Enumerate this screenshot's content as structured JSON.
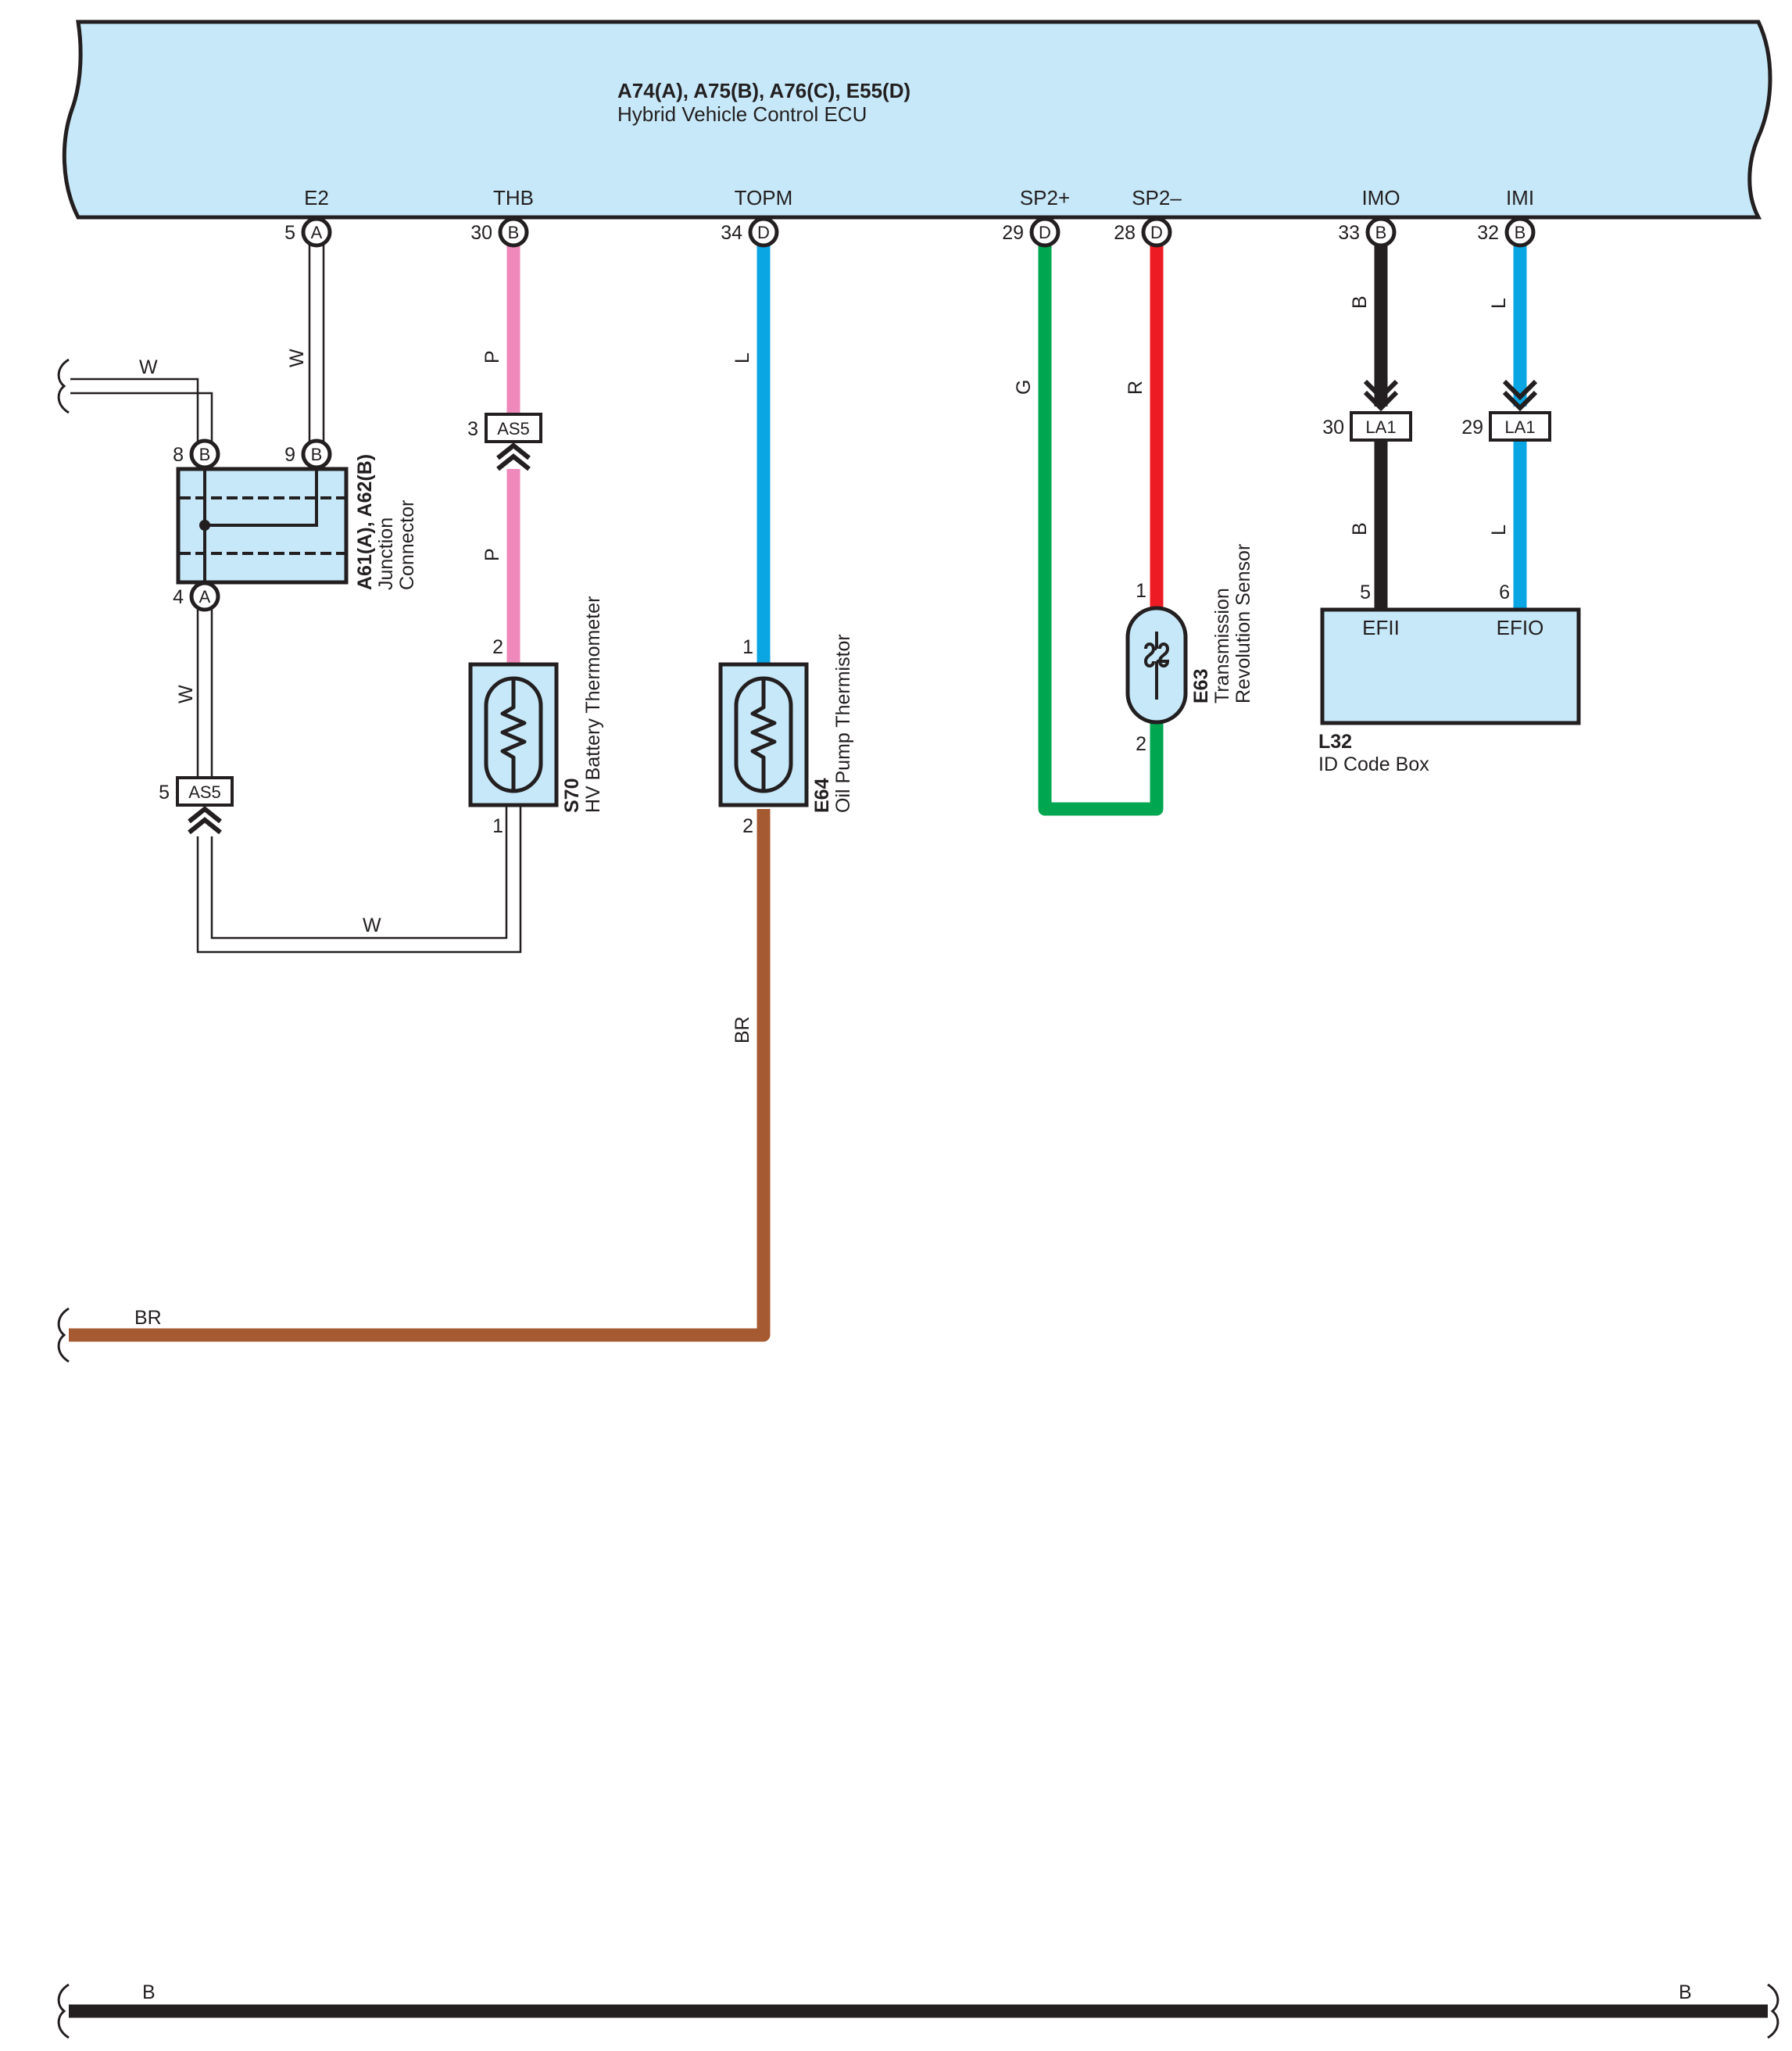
{
  "colors": {
    "ecu_fill": "#c6e8f8",
    "outline": "#231f20",
    "wire_W": "#ffffff",
    "wire_P": "#ef88bb",
    "wire_L": "#0aa5e3",
    "wire_G": "#00a650",
    "wire_R": "#ed1c24",
    "wire_B": "#231f20",
    "wire_BR": "#a65a32"
  },
  "ecu": {
    "id": "A74(A), A75(B), A76(C), E55(D)",
    "name": "Hybrid Vehicle Control ECU",
    "terminals": [
      {
        "signal": "E2",
        "pin": "5",
        "conn": "A"
      },
      {
        "signal": "THB",
        "pin": "30",
        "conn": "B"
      },
      {
        "signal": "TOPM",
        "pin": "34",
        "conn": "D"
      },
      {
        "signal": "SP2+",
        "pin": "29",
        "conn": "D"
      },
      {
        "signal": "SP2–",
        "pin": "28",
        "conn": "D"
      },
      {
        "signal": "IMO",
        "pin": "33",
        "conn": "B"
      },
      {
        "signal": "IMI",
        "pin": "32",
        "conn": "B"
      }
    ]
  },
  "junction": {
    "id": "A61(A), A62(B)",
    "name_line1": "Junction",
    "name_line2": "Connector",
    "pins": [
      {
        "pin": "8",
        "conn": "B"
      },
      {
        "pin": "9",
        "conn": "B"
      },
      {
        "pin": "4",
        "conn": "A"
      }
    ]
  },
  "inline_connectors": [
    {
      "pin": "3",
      "label": "AS5"
    },
    {
      "pin": "5",
      "label": "AS5"
    },
    {
      "pin": "30",
      "label": "LA1"
    },
    {
      "pin": "29",
      "label": "LA1"
    }
  ],
  "components": {
    "s70": {
      "id": "S70",
      "name": "HV Battery Thermometer",
      "pin_top": "2",
      "pin_bottom": "1"
    },
    "e64": {
      "id": "E64",
      "name": "Oil Pump Thermistor",
      "pin_top": "1",
      "pin_bottom": "2"
    },
    "e63": {
      "id": "E63",
      "name_line1": "Transmission",
      "name_line2": "Revolution Sensor",
      "pin_top": "1",
      "pin_bottom": "2"
    },
    "l32": {
      "id": "L32",
      "name": "ID Code Box",
      "pins": [
        {
          "pin": "5",
          "signal": "EFII"
        },
        {
          "pin": "6",
          "signal": "EFIO"
        }
      ]
    }
  },
  "wire_labels": {
    "w_top_left": "W",
    "w_e2": "W",
    "w_j4": "W",
    "w_bottom": "W",
    "p_upper": "P",
    "p_lower": "P",
    "l_topm": "L",
    "g_sp2p": "G",
    "r_sp2m": "R",
    "b_imo_upper": "B",
    "b_imo_lower": "B",
    "l_imi_upper": "L",
    "l_imi_lower": "L",
    "br_vertical": "BR",
    "br_horizontal": "BR",
    "b_ground_left": "B",
    "b_ground_right": "B"
  }
}
